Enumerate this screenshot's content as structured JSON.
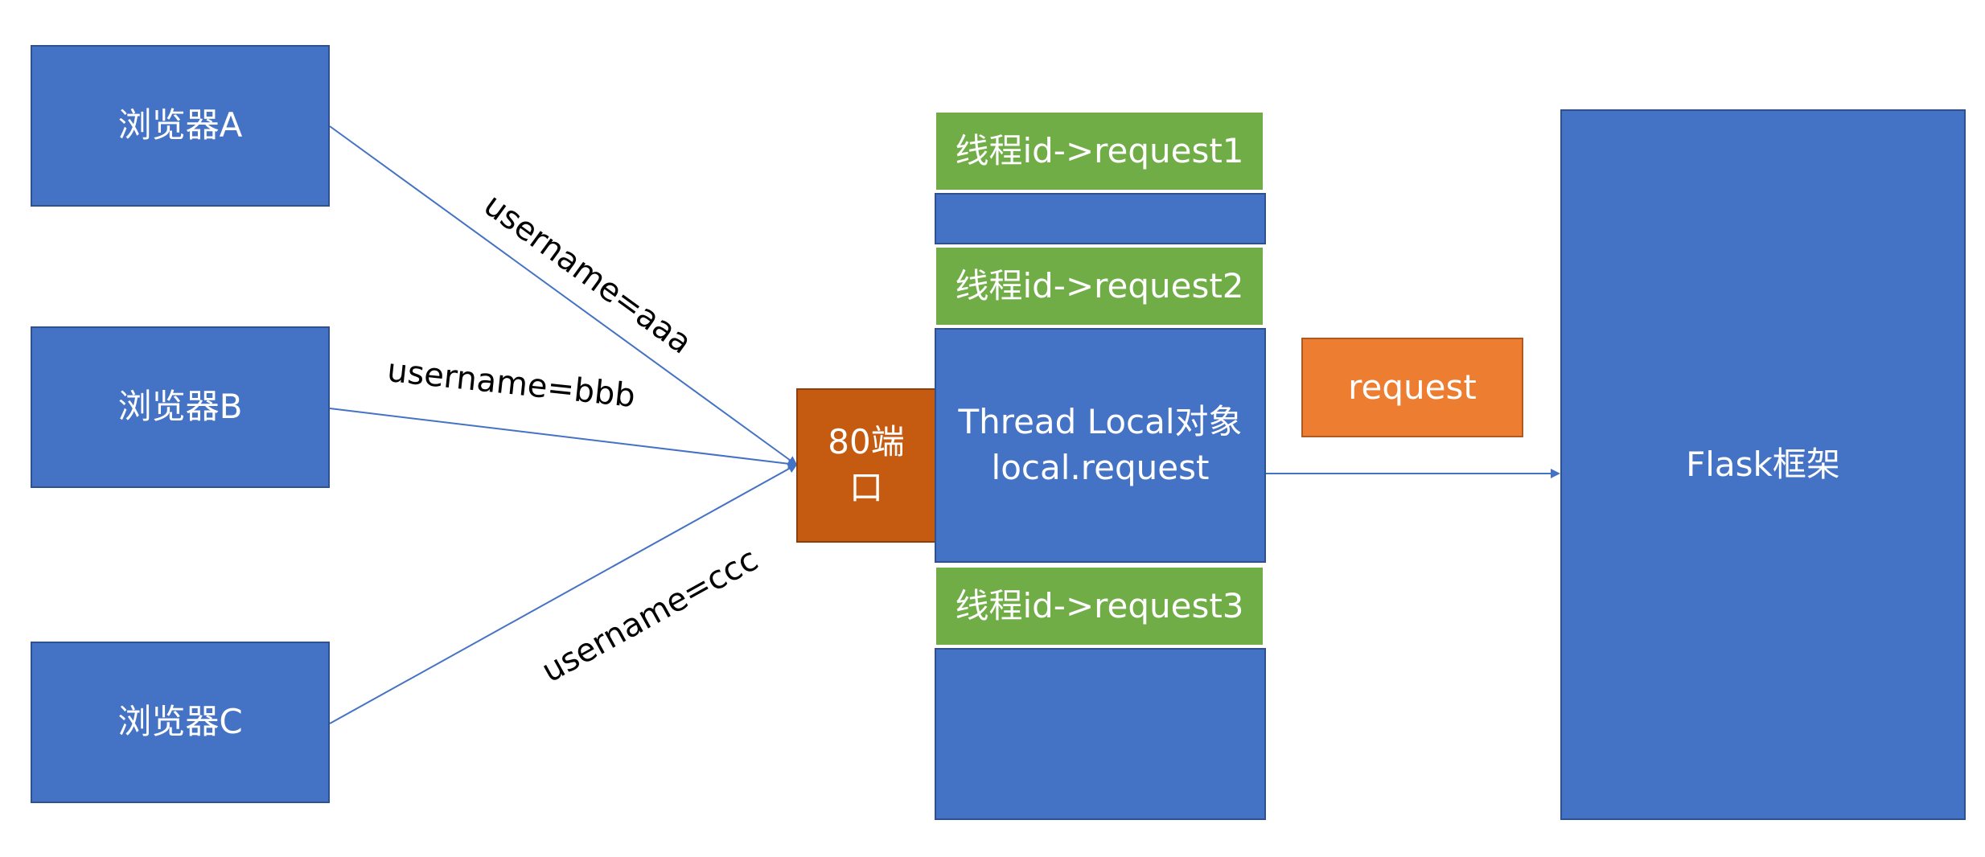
{
  "browsers": [
    {
      "label": "浏览器A"
    },
    {
      "label": "浏览器B"
    },
    {
      "label": "浏览器C"
    }
  ],
  "edges": [
    {
      "label": "username=aaa"
    },
    {
      "label": "username=bbb"
    },
    {
      "label": "username=ccc"
    }
  ],
  "port": {
    "line1": "80端",
    "line2": "口"
  },
  "threads": [
    {
      "label": "线程id->request1"
    },
    {
      "label": "线程id->request2"
    },
    {
      "label": "线程id->request3"
    }
  ],
  "thread_local": {
    "line1": "Thread Local对象",
    "line2": "local.request"
  },
  "request": {
    "label": "request"
  },
  "flask": {
    "label": "Flask框架"
  },
  "colors": {
    "blue": "#4472c4",
    "green": "#70ad47",
    "rust": "#c55a11",
    "orange": "#ed7d31",
    "line": "#4472c4"
  }
}
